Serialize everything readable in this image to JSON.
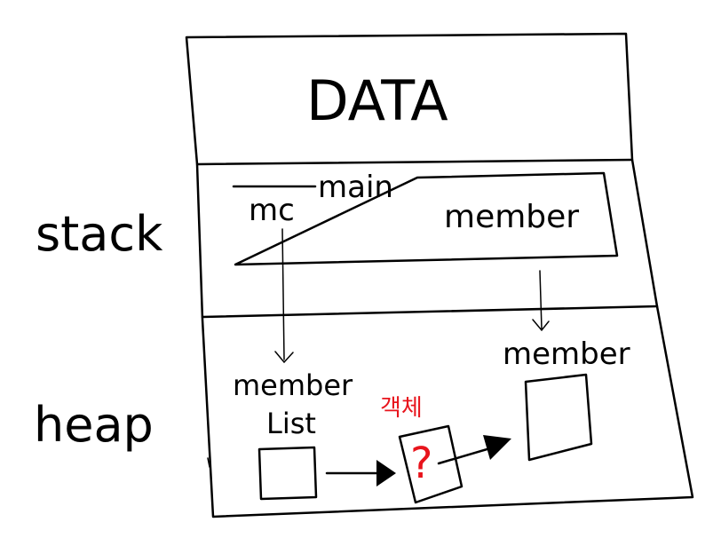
{
  "sections": {
    "data_label": "DATA",
    "stack_label": "stack",
    "heap_label": "heap"
  },
  "stack_frame": {
    "title": "main",
    "var_left": "mc",
    "var_right": "member"
  },
  "heap": {
    "left_object_line1": "member",
    "left_object_line2": "List",
    "unknown_object_label": "객체",
    "unknown_object_mark": "?",
    "right_object_label": "member"
  },
  "colors": {
    "ink": "#000000",
    "highlight": "#e8141c",
    "background": "#ffffff"
  }
}
